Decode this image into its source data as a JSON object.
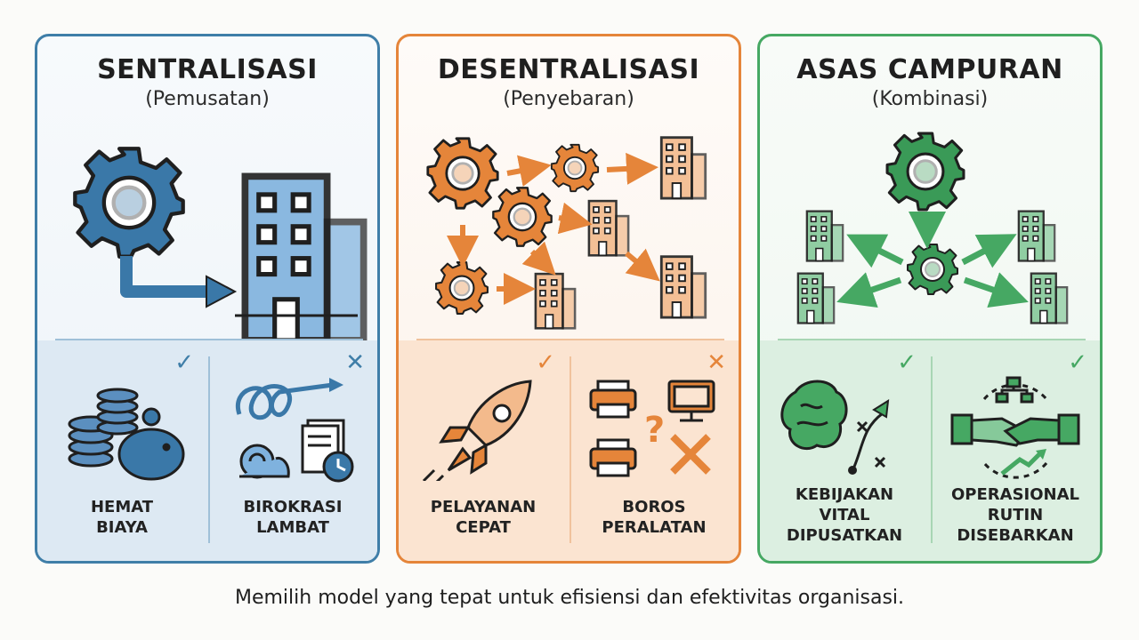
{
  "panels": [
    {
      "title": "SENTRALISASI",
      "subtitle": "(Pemusatan)",
      "color": "#3f7ea8",
      "pro": {
        "mark": "✓",
        "label": "HEMAT\nBIAYA"
      },
      "con": {
        "mark": "✕",
        "label": "BIROKRASI\nLAMBAT"
      }
    },
    {
      "title": "DESENTRALISASI",
      "subtitle": "(Penyebaran)",
      "color": "#e5853a",
      "pro": {
        "mark": "✓",
        "label": "PELAYANAN\nCEPAT"
      },
      "con": {
        "mark": "✕",
        "label": "BOROS\nPERALATAN"
      }
    },
    {
      "title": "ASAS CAMPURAN",
      "subtitle": "(Kombinasi)",
      "color": "#46a863",
      "pro": {
        "mark": "✓",
        "label": "KEBIJAKAN\nVITAL\nDIPUSATKAN"
      },
      "con": {
        "mark": "✓",
        "label": "OPERASIONAL\nRUTIN\nDISEBARKAN"
      }
    }
  ],
  "caption": "Memilih model yang tepat untuk efisiensi dan efektivitas organisasi."
}
